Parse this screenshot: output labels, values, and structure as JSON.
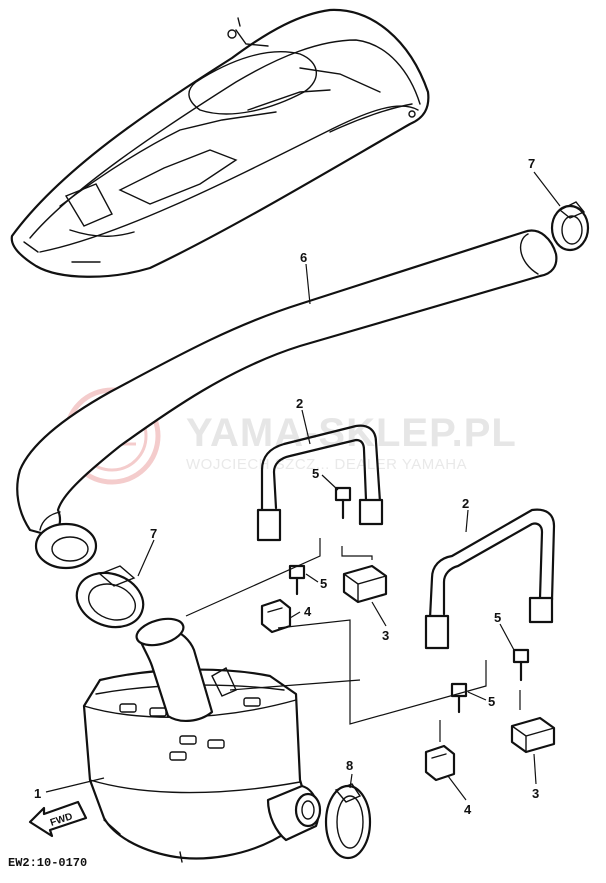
{
  "watermark": {
    "title": "YAMA-SKLEP.PL",
    "subtitle": "WOJCIECH SZCZ... DEALER YAMAHA",
    "logo": "yamaha-style-seal-icon",
    "color": "#f2c4c4"
  },
  "diagram_code": "EW2:10-0170",
  "fwd_label": "FWD",
  "callouts": {
    "c1": "1",
    "c2a": "2",
    "c2b": "2",
    "c3a": "3",
    "c3b": "3",
    "c4a": "4",
    "c4b": "4",
    "c5a": "5",
    "c5b": "5",
    "c5c": "5",
    "c5d": "5",
    "c6": "6",
    "c7a": "7",
    "c7b": "7",
    "c8": "8"
  }
}
